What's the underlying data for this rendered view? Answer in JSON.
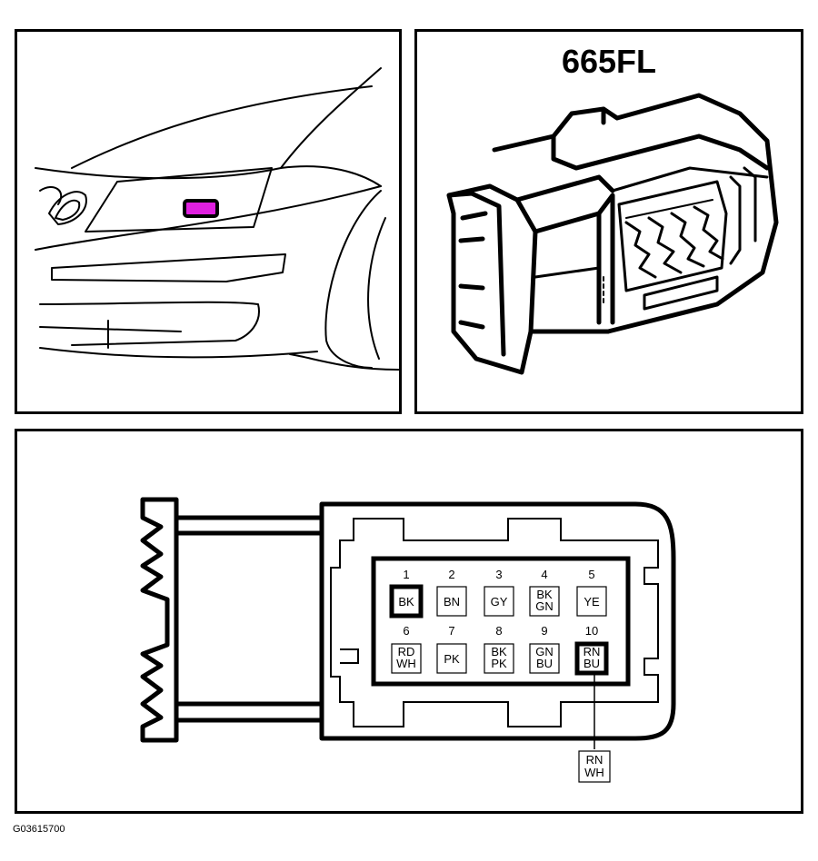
{
  "connector_id": "665FL",
  "figure_code": "G03615700",
  "pins": [
    {
      "num": "1",
      "label": "BK"
    },
    {
      "num": "2",
      "label": "BN"
    },
    {
      "num": "3",
      "label": "GY"
    },
    {
      "num": "4",
      "label": "BK\nGN"
    },
    {
      "num": "5",
      "label": "YE"
    },
    {
      "num": "6",
      "label": "RD\nWH"
    },
    {
      "num": "7",
      "label": "PK"
    },
    {
      "num": "8",
      "label": "BK\nPK"
    },
    {
      "num": "9",
      "label": "GN\nBU"
    },
    {
      "num": "10",
      "label": "RN\nBU"
    }
  ],
  "callout_label": "RN\nWH",
  "location_marker_color": "#e020e0"
}
